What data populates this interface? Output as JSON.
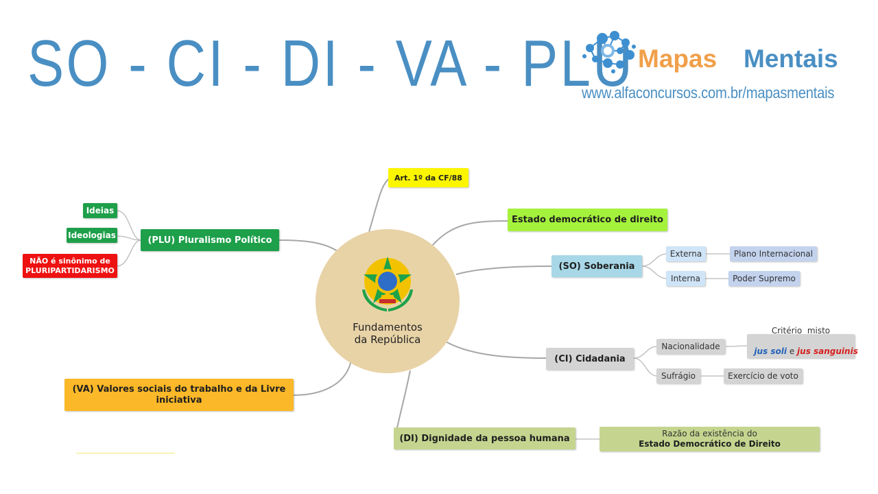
{
  "header": {
    "title": "SO - CI - DI - VA - PLU",
    "brand_word1": "Mapas",
    "brand_word2": "Mentais",
    "brand_url": "www.alfaconcursos.com.br/mapasmentais"
  },
  "center": {
    "line1": "Fundamentos",
    "line2": "da República"
  },
  "nodes": {
    "art": "Art. 1º da CF/88",
    "estado": "Estado democrático de direito",
    "so": "(SO) Soberania",
    "so_externa": "Externa",
    "so_plano": "Plano Internacional",
    "so_interna": "Interna",
    "so_poder": "Poder Supremo",
    "ci": "(CI) Cidadania",
    "ci_nacionalidade": "Nacionalidade",
    "ci_criterio_1": "Critério  misto",
    "ci_jus_soli": "jus soli",
    "ci_e": " e ",
    "ci_jus_sanguinis": "jus sanguinis",
    "ci_sufragio": "Sufrágio",
    "ci_exercicio": "Exercício de voto",
    "di": "(DI) Dignidade da pessoa humana",
    "di_razao_1": "Razão da existência do",
    "di_razao_2": "Estado Democrático de Direito",
    "va_1": "(VA) Valores sociais do trabalho e da Livre",
    "va_2": "iniciativa",
    "plu": "(PLU) Pluralismo Político",
    "plu_ideias": "Ideias",
    "plu_ideologias": "Ideologias",
    "plu_nao_1": "NÃO é sinônimo de",
    "plu_nao_2": "PLURIPARTIDARISMO"
  },
  "colors": {
    "title_blue": "#4a8fc3",
    "brand_orange": "#f0a04a",
    "center_fill": "#e8d3a7",
    "yellow": "#fbf500",
    "lime": "#a4f23c",
    "light_blue": "#a8d8e8",
    "pale_blue": "#cfe4f7",
    "periwinkle": "#c3d3ee",
    "gray": "#d4d4d4",
    "olive": "#c5d58f",
    "orange": "#fbb828",
    "green": "#1e9f4a",
    "red": "#ee1111"
  }
}
